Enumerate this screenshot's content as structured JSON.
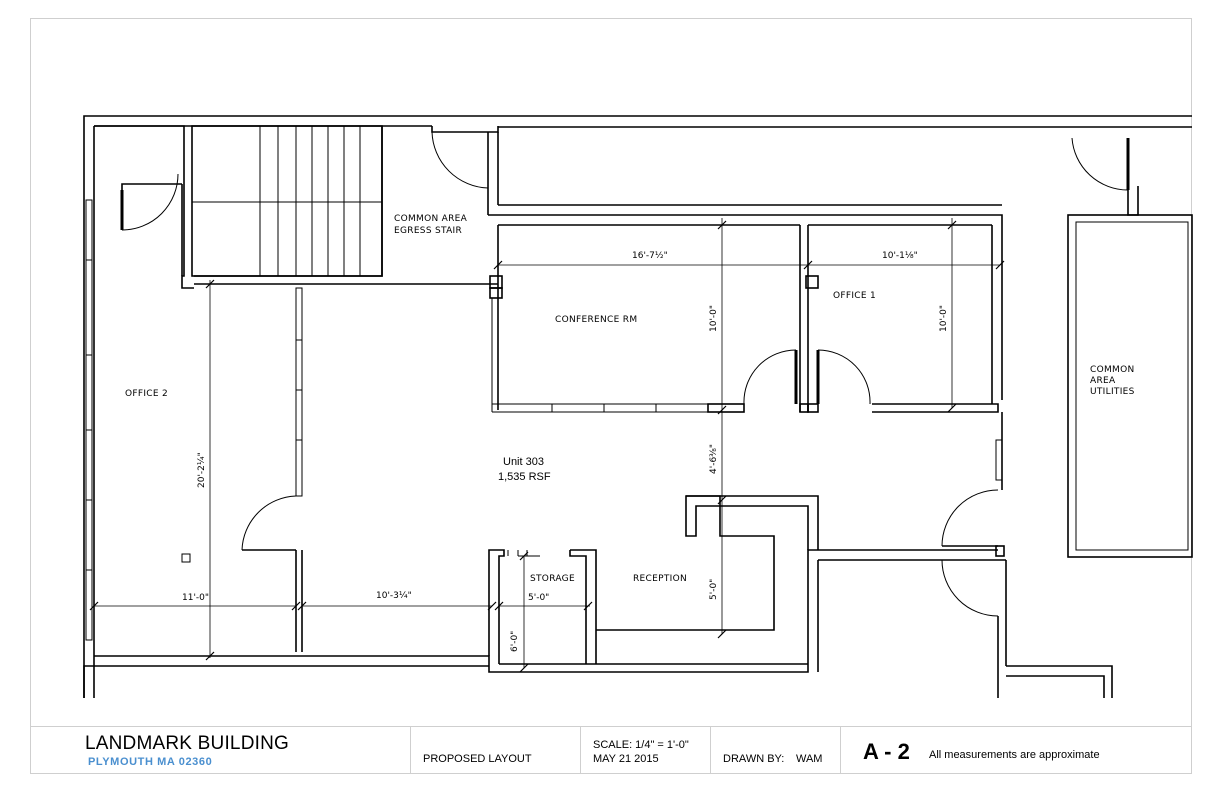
{
  "plan": {
    "rooms": {
      "office_2": "OFFICE 2",
      "common_stair_line1": "COMMON AREA",
      "common_stair_line2": "EGRESS STAIR",
      "conference": "CONFERENCE RM",
      "office_1": "OFFICE 1",
      "common_utilities_line1": "COMMON",
      "common_utilities_line2": "AREA",
      "common_utilities_line3": "UTILITIES",
      "storage": "STORAGE",
      "reception": "RECEPTION"
    },
    "unit": {
      "name": "Unit 303",
      "area": "1,535 RSF"
    },
    "dimensions": {
      "conf_width": "16'-7½\"",
      "office1_width": "10'-1⅛\"",
      "conf_depth": "10'-0\"",
      "office1_depth": "10'-0\"",
      "hall_depth": "4'-6⅜\"",
      "reception_depth": "5'-0\"",
      "office2_depth": "20'-2¼\"",
      "office2_width": "11'-0\"",
      "center_width": "10'-3¼\"",
      "storage_width": "5'-0\"",
      "storage_depth": "6'-0\""
    }
  },
  "title_block": {
    "building": "LANDMARK BUILDING",
    "city": "PLYMOUTH MA 02360",
    "layout": "PROPOSED LAYOUT",
    "scale": "SCALE:   1/4\" = 1'-0\"",
    "date": "MAY 21 2015",
    "drawn_by_label": "DRAWN BY:",
    "drawn_by_value": "WAM",
    "sheet": "A - 2",
    "note": "All measurements are approximate"
  }
}
